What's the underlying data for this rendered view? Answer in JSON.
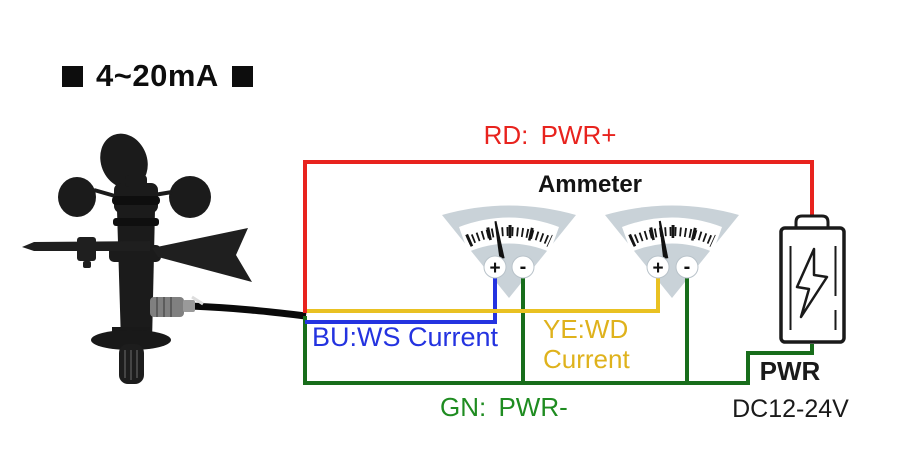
{
  "title": {
    "text": "4~20mA"
  },
  "labels": {
    "ammeter": "Ammeter",
    "red_wire": "RD: PWR+",
    "blue_wire": "BU:WS Current",
    "yellow_wire_line1": "YE:WD",
    "yellow_wire_line2": "Current",
    "green_wire": "GN: PWR-",
    "power": "PWR",
    "power_voltage": "DC12-24V"
  },
  "terminals": {
    "plus": "+",
    "minus": "-"
  },
  "colors": {
    "red_wire": "#e8231e",
    "blue_wire": "#2433e0",
    "yellow_wire": "#e9c122",
    "green_wire": "#186d1b",
    "green_text": "#1f8c21",
    "gauge_body_gray": "#c9d2d8",
    "battery_outline": "#1a1a1a"
  },
  "icons": {
    "sensor": "wind-sensor-anemometer-icon",
    "gauge_left": "analog-ammeter-gauge-icon",
    "gauge_right": "analog-ammeter-gauge-icon",
    "battery": "dc-power-battery-icon",
    "title_bullets": "black-square-bullet-icon"
  }
}
